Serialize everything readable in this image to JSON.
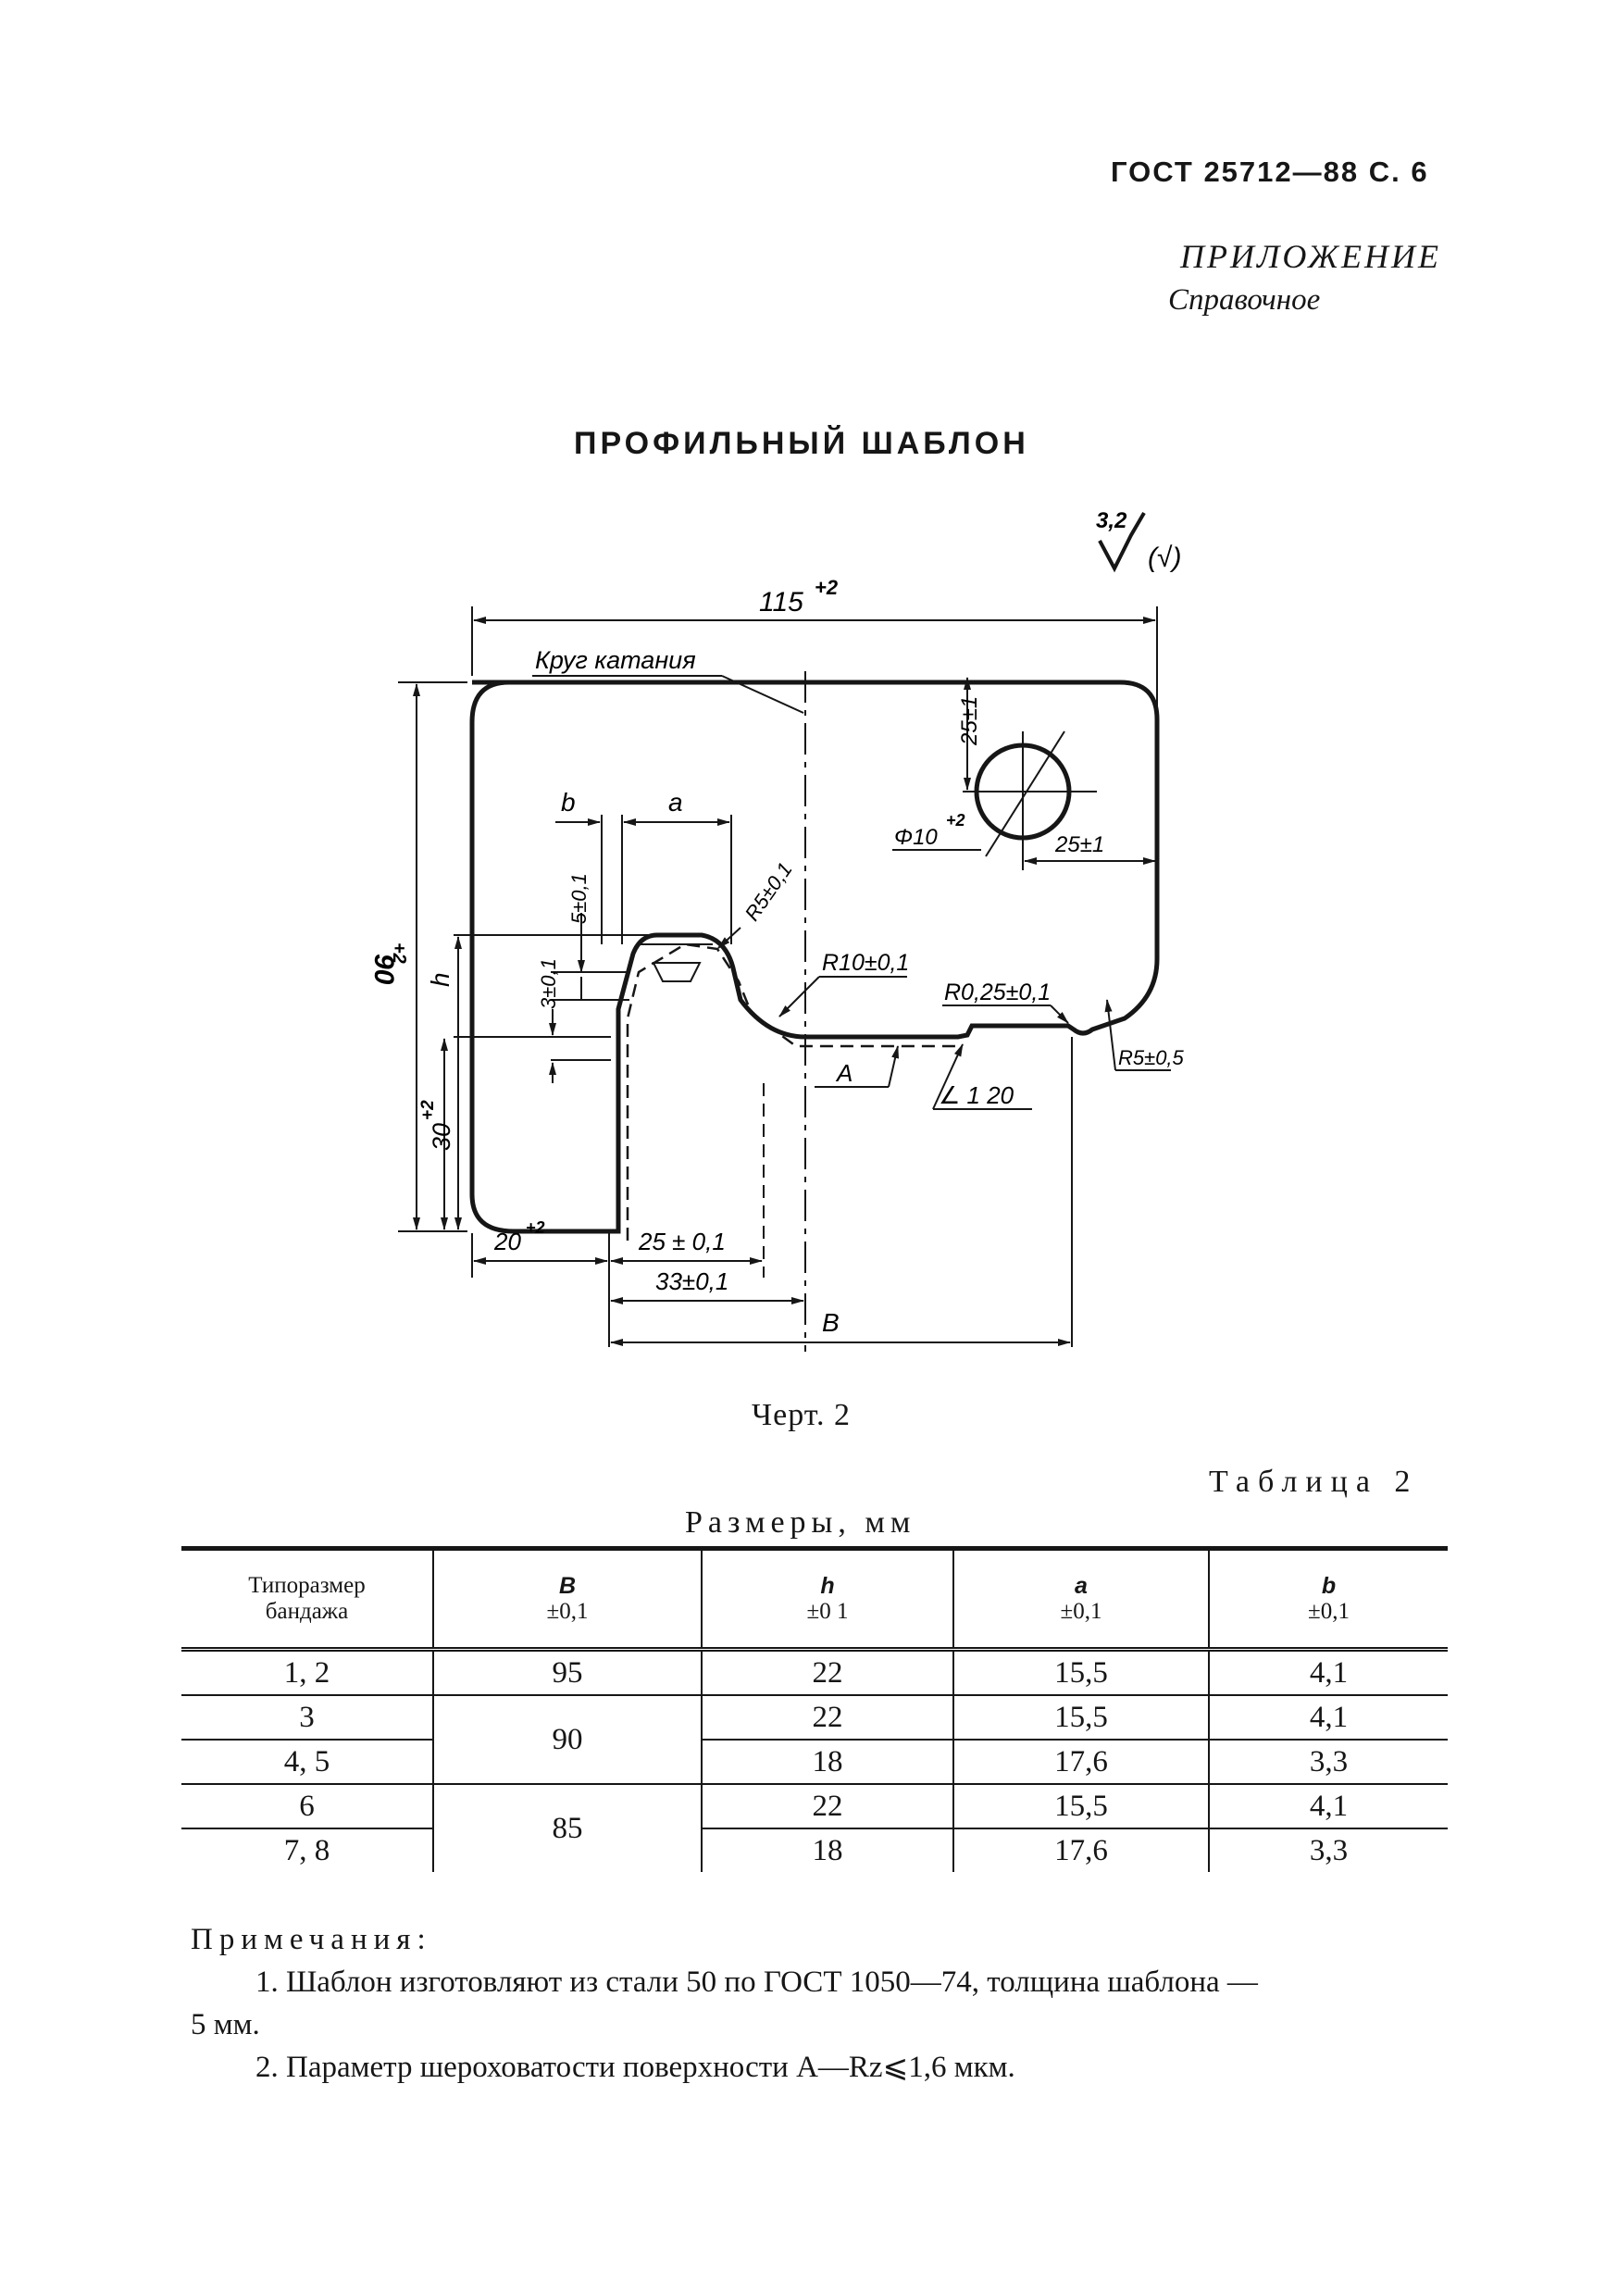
{
  "header": {
    "standard": "ГОСТ 25712—88 С. 6",
    "appendix": "ПРИЛОЖЕНИЕ",
    "appendix_type": "Справочное"
  },
  "title": "ПРОФИЛЬНЫЙ ШАБЛОН",
  "drawing": {
    "roughness_value": "3,2",
    "roughness_suffix": "(√)",
    "dim_overall_width": "115",
    "dim_overall_width_tol": "+2",
    "label_rolling_circle": "Круг катания",
    "dim_overall_height": "90",
    "dim_overall_height_tol": "+2",
    "dim_hole_vertical": "25±1",
    "dim_hole_horizontal": "25±1",
    "dim_hole_diameter": "Φ10",
    "dim_hole_diameter_tol": "+2",
    "dim_b": "b",
    "dim_a": "a",
    "dim_h": "h",
    "dim_5": "5±0,1",
    "dim_3": "3±0,1",
    "dim_r5_flange": "R5±0,1",
    "dim_r10": "R10±0,1",
    "dim_r025": "R0,25±0,1",
    "dim_r5_corner": "R5±0,5",
    "surface_A": "A",
    "slope": "∠ 1 20",
    "dim_30": "30",
    "dim_30_tol": "+2",
    "dim_20": "20",
    "dim_20_tol": "+2",
    "dim_25": "25 ± 0,1",
    "dim_33": "33±0,1",
    "dim_B": "B"
  },
  "caption": "Черт. 2",
  "table": {
    "number": "Таблица 2",
    "subtitle": "Размеры, мм",
    "headers": {
      "size_line1": "Типоразмер",
      "size_line2": "бандажа",
      "B_letter": "B",
      "B_tol": "±0,1",
      "h_letter": "h",
      "h_tol": "±0 1",
      "a_letter": "a",
      "a_tol": "±0,1",
      "b_letter": "b",
      "b_tol": "±0,1"
    },
    "rows": [
      {
        "size": "1, 2",
        "B": "95",
        "h": "22",
        "a": "15,5",
        "b": "4,1"
      },
      {
        "size": "3",
        "B": "90",
        "h": "22",
        "a": "15,5",
        "b": "4,1"
      },
      {
        "size": "4, 5",
        "B": "",
        "h": "18",
        "a": "17,6",
        "b": "3,3"
      },
      {
        "size": "6",
        "B": "85",
        "h": "22",
        "a": "15,5",
        "b": "4,1"
      },
      {
        "size": "7, 8",
        "B": "",
        "h": "18",
        "a": "17,6",
        "b": "3,3"
      }
    ]
  },
  "notes": {
    "heading": "Примечания:",
    "note1_line1": "1. Шаблон изготовляют из стали 50 по ГОСТ 1050—74, толщина шаблона —",
    "note1_line2": "5 мм.",
    "note2": "2. Параметр шероховатости поверхности A—Rz⩽1,6 мкм."
  }
}
